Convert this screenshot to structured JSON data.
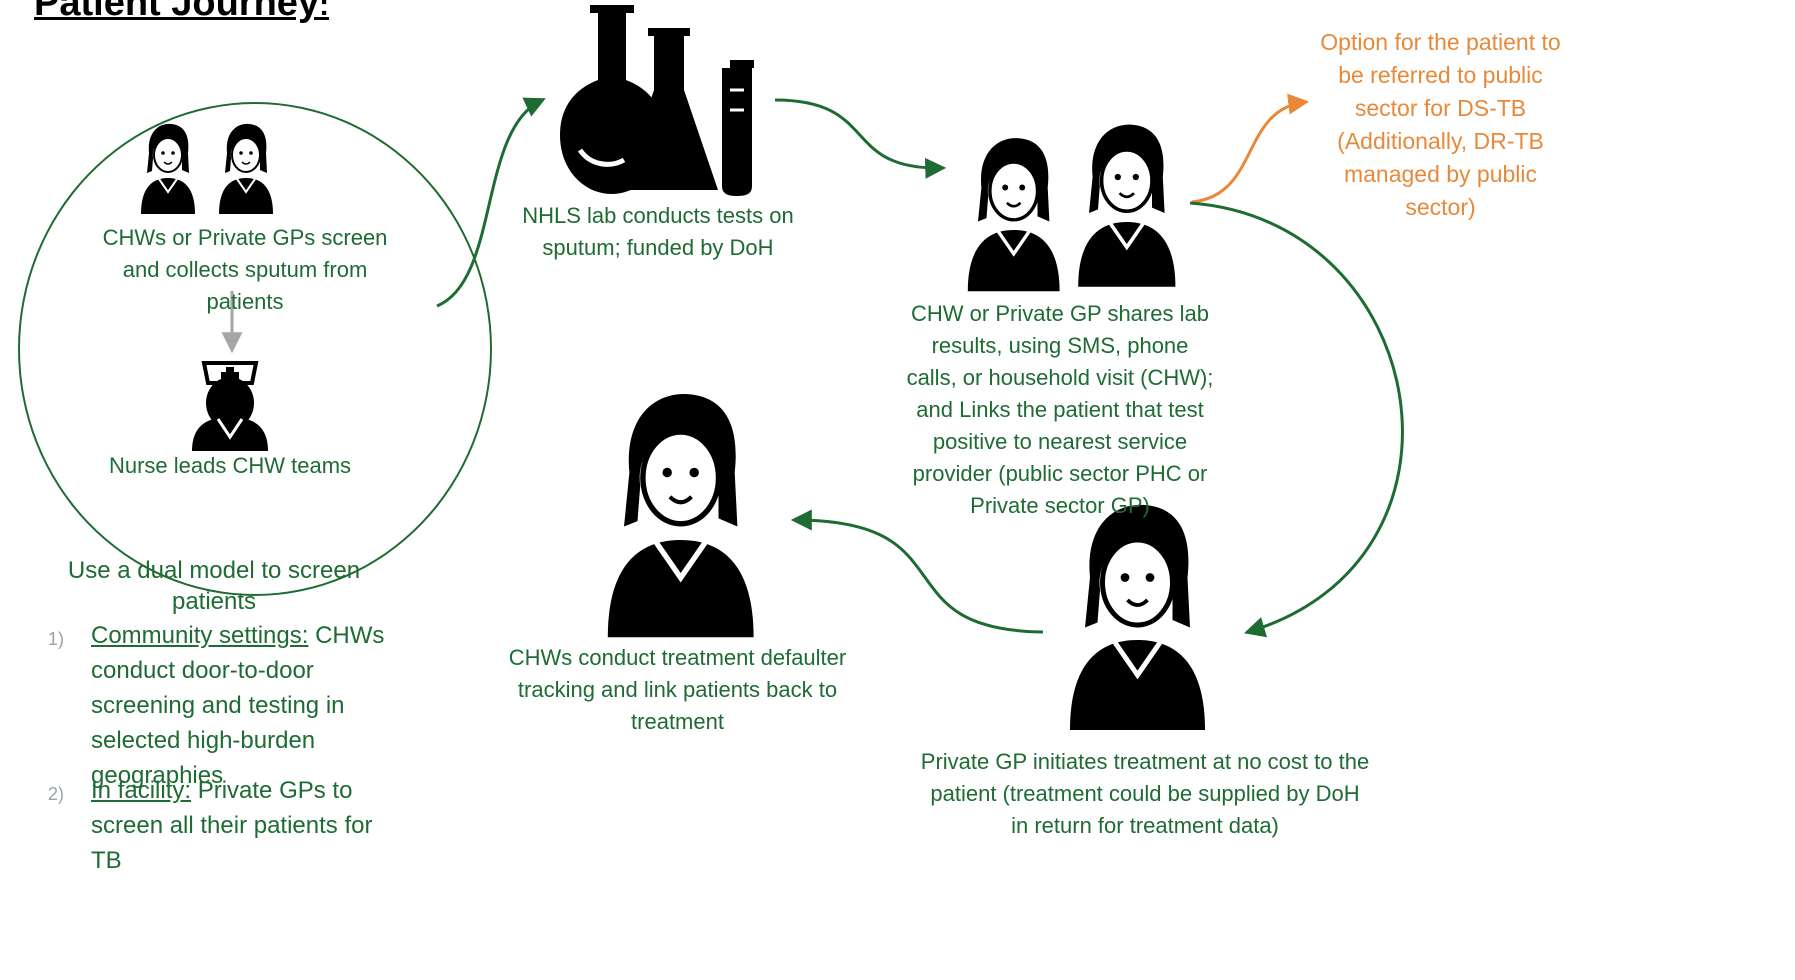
{
  "title": "Patient Journey",
  "title_suffix": ":",
  "steps": {
    "screen": "CHWs or Private GPs screen  and collects sputum from patients",
    "nurse": "Nurse leads CHW teams",
    "lab": "NHLS lab conducts tests on sputum; funded by DoH",
    "share": "CHW or Private GP shares lab results, using SMS, phone calls, or household visit (CHW); and Links the patient that test positive to nearest service provider  (public sector PHC or Private sector GP)",
    "treat": "Private GP initiates treatment at no cost to the patient (treatment could be supplied by DoH in return for treatment data)",
    "defaulter": "CHWs conduct treatment defaulter tracking and link patients back to treatment",
    "option": "Option for the patient to be referred to public sector for DS-TB (Additionally, DR-TB managed by public sector)"
  },
  "dual_model": {
    "heading": "Use a dual model to screen patients",
    "items": [
      {
        "num": "1)",
        "label": "Community settings:",
        "text": " CHWs conduct door-to-door screening and testing in selected high-burden geographies"
      },
      {
        "num": "2)",
        "label": "In facility:",
        "text": " Private GPs to screen all  their patients for TB"
      }
    ]
  },
  "colors": {
    "green": "#1e6b33",
    "orange": "#e8893a",
    "grey": "#a6a6a6",
    "icon": "#000000"
  },
  "icons": [
    "doctor-icon",
    "chw-icon",
    "nurse-icon",
    "lab-flasks-icon",
    "referral-arrow"
  ]
}
